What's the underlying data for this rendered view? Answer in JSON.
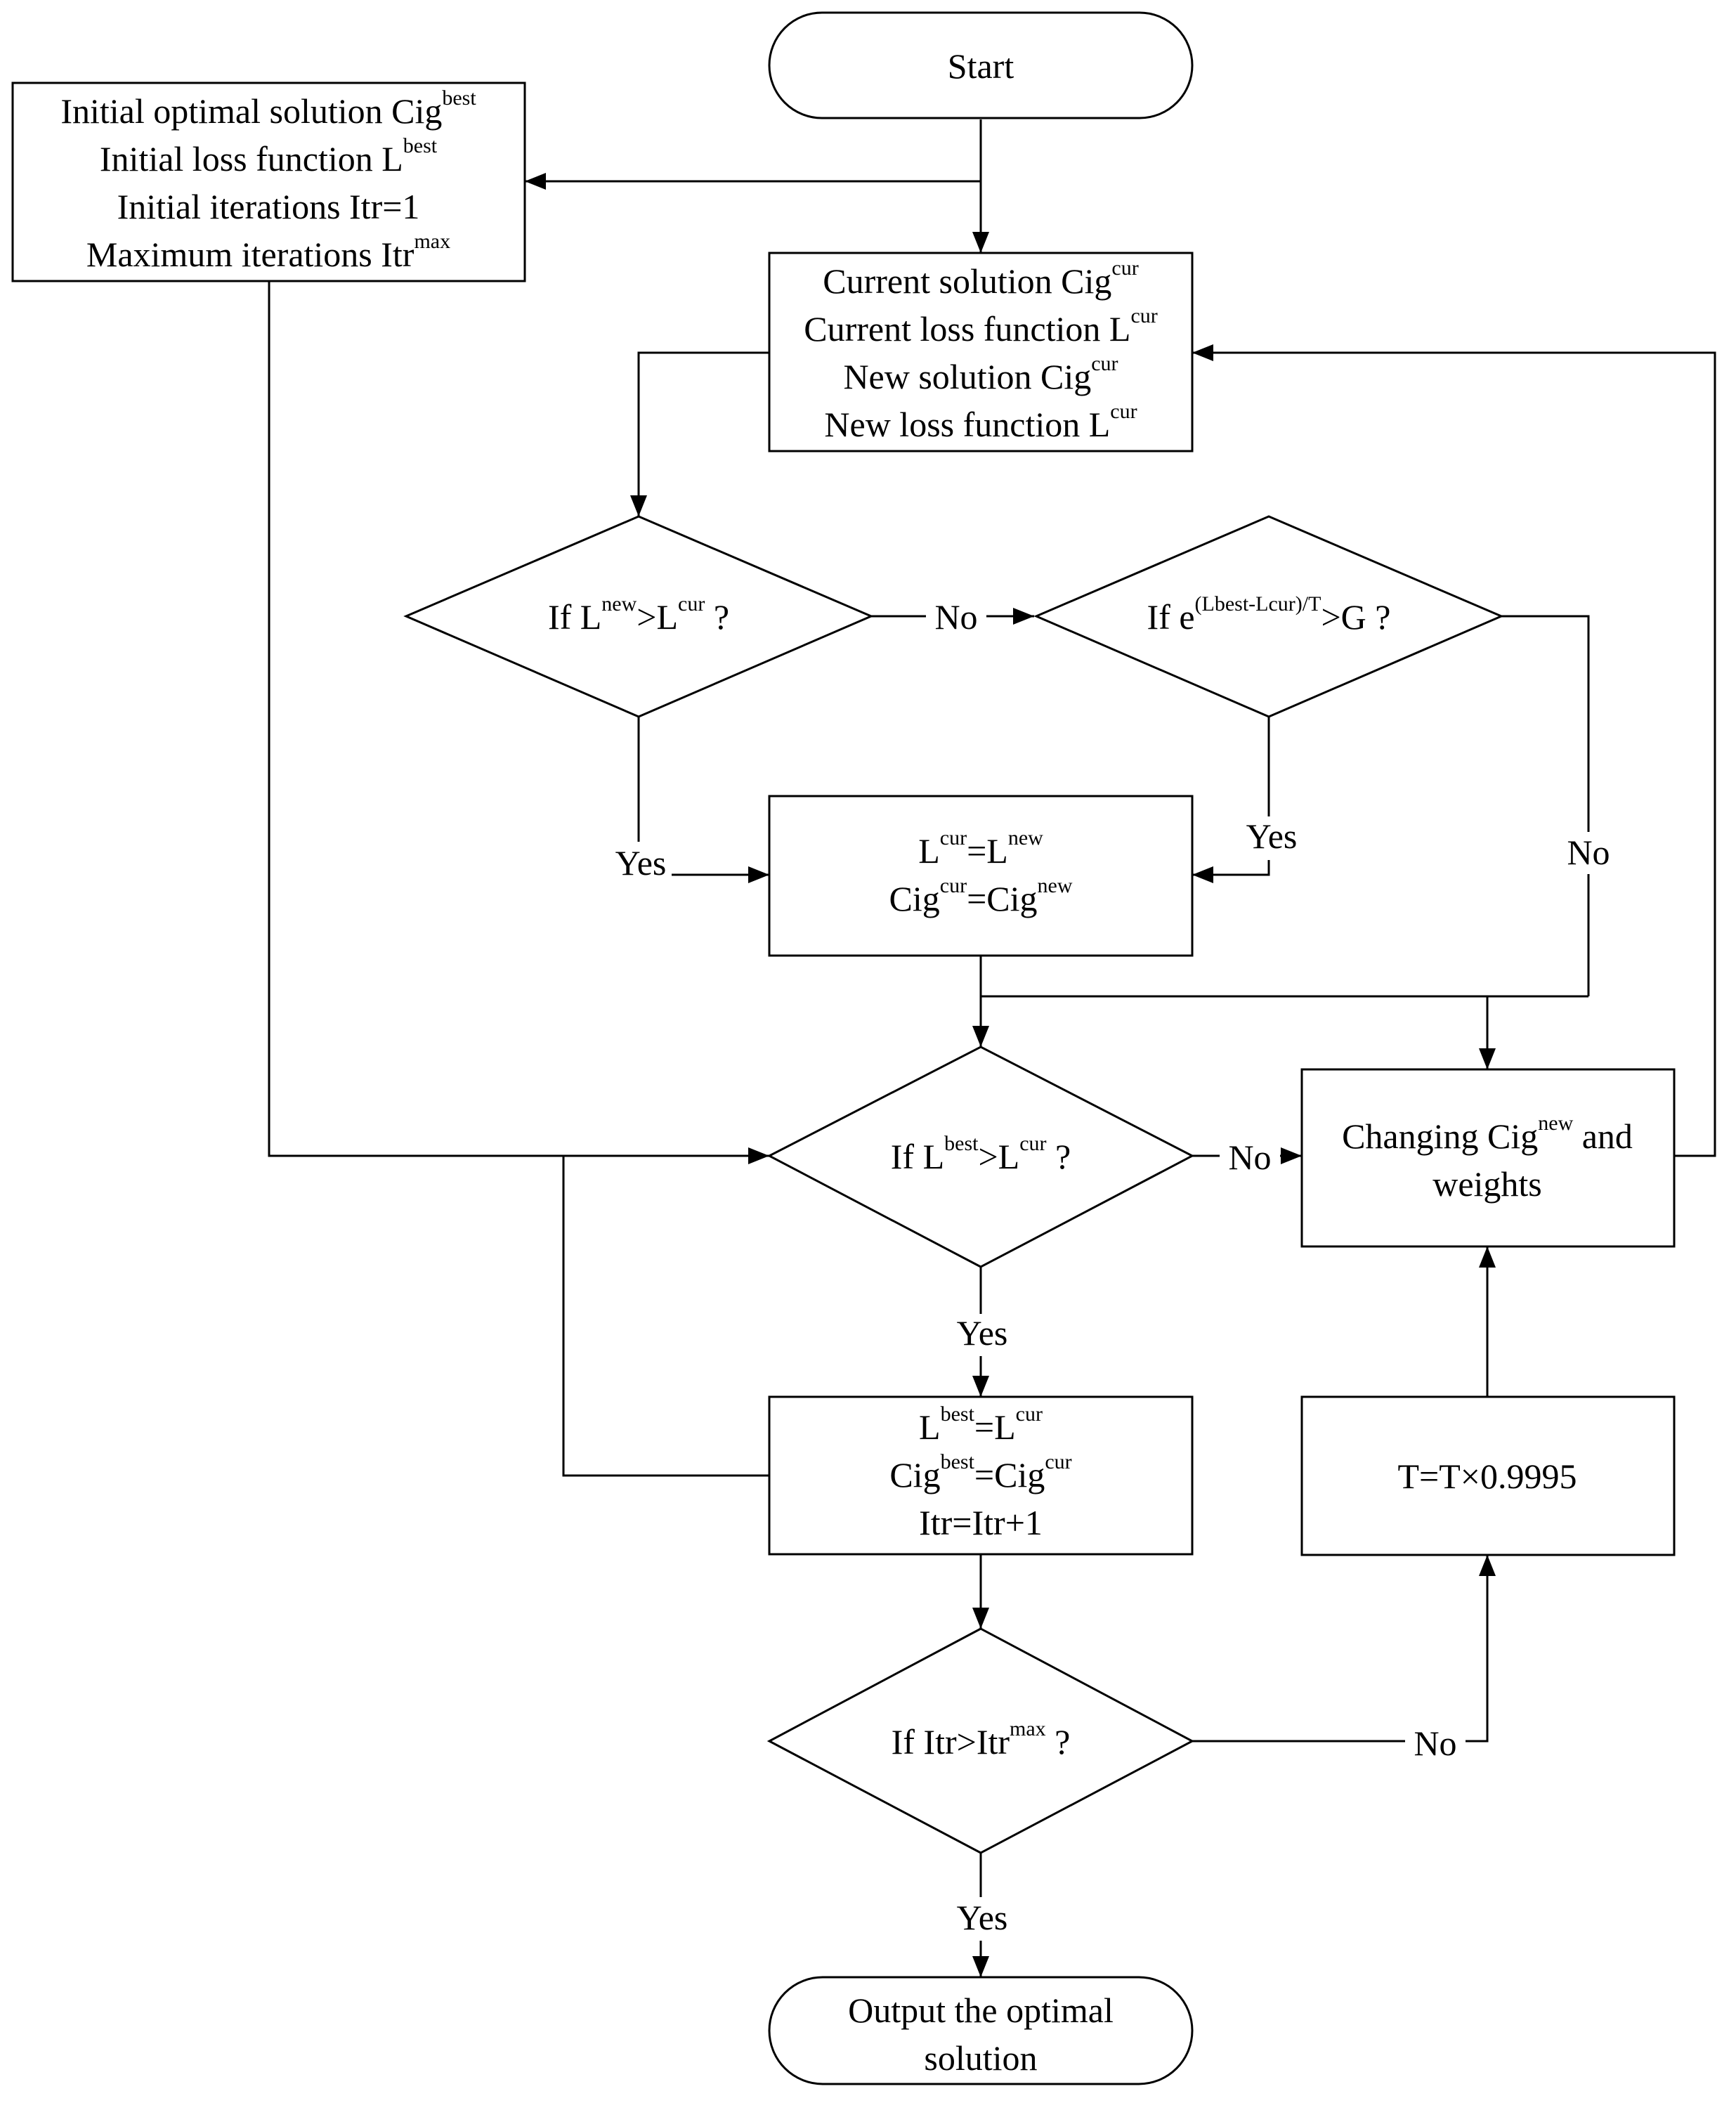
{
  "nodes": {
    "start": {
      "text": "Start"
    },
    "init": {
      "lines": [
        {
          "a": "Initial optimal solution Cig",
          "sup": "best"
        },
        {
          "a": "Initial loss function L",
          "sup": "best"
        },
        {
          "a": "Initial iterations Itr=1"
        },
        {
          "a": "Maximum iterations Itr",
          "sup": "max"
        }
      ]
    },
    "current": {
      "lines": [
        {
          "a": "Current solution Cig",
          "sup": "cur"
        },
        {
          "a": "Current loss function L",
          "sup": "cur"
        },
        {
          "a": "New solution Cig",
          "sup": "cur"
        },
        {
          "a": "New loss function L",
          "sup": "cur"
        }
      ]
    },
    "dec1": {
      "a": "If L",
      "s1": "new",
      "b": ">L",
      "s2": "cur",
      "c": " ?"
    },
    "dec2": {
      "a": "If e",
      "s1": "(Lbest-Lcur)/T",
      "b": ">G ?"
    },
    "update": {
      "l1": {
        "a": "L",
        "s1": "cur",
        "b": "=L",
        "s2": "new"
      },
      "l2": {
        "a": "Cig",
        "s1": "cur",
        "b": "=Cig",
        "s2": "new"
      }
    },
    "dec3": {
      "a": "If L",
      "s1": "best",
      "b": ">L",
      "s2": "cur",
      "c": " ?"
    },
    "changing": {
      "l1a": "Changing Cig",
      "l1s": "new",
      "l1b": " and",
      "l2": "weights"
    },
    "best": {
      "l1": {
        "a": "L",
        "s1": "best",
        "b": "=L",
        "s2": "cur"
      },
      "l2": {
        "a": "Cig",
        "s1": "best",
        "b": "=Cig",
        "s2": "cur"
      },
      "l3": "Itr=Itr+1"
    },
    "temp": {
      "text": "T=T×0.9995"
    },
    "dec4": {
      "a": "If Itr>Itr",
      "s1": "max",
      "b": " ?"
    },
    "output": {
      "l1": "Output the optimal",
      "l2": "solution"
    }
  },
  "edge_labels": {
    "dec1_no": "No",
    "dec1_yes": "Yes",
    "dec2_yes": "Yes",
    "dec2_no": "No",
    "dec3_no": "No",
    "dec3_yes": "Yes",
    "dec4_no": "No",
    "dec4_yes": "Yes"
  }
}
